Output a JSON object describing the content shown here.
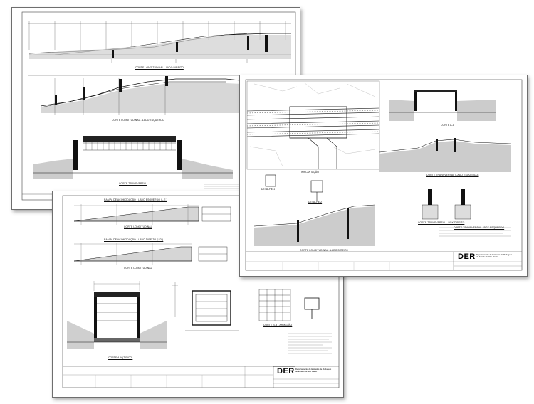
{
  "sheet_back": {
    "titles": [
      "CORTE LONGITUDINAL - LADO DIREITO",
      "CORTE LONGITUDINAL - LADO ESQUERDO",
      "CORTE TRANSVERSAL"
    ]
  },
  "sheet_left": {
    "titles": [
      "RAMPA DE ACOMODAÇÃO - LADO ESQUERDO (L.E.)",
      "CORTE LONGITUDINAL",
      "RAMPA DE ACOMODAÇÃO - LADO DIREITO (L.D.)",
      "CORTE LONGITUDINAL",
      "CORTE A-A (TÍPICO)",
      "CORTE B-B - ARMAÇÃO"
    ],
    "logo": "DER",
    "org_line1": "Departamento de Estradas de Rodagem",
    "org_line2": "do Estado de São Paulo"
  },
  "sheet_right": {
    "titles": [
      "IMPLANTAÇÃO",
      "CORTE A-A",
      "CORTE TRANSVERSAL (LADO ESQUERDO)",
      "CORTE LONGITUDINAL - LADO DIREITO",
      "CORTE TRANSVERSAL - BOX DIREITO",
      "CORTE TRANSVERSAL - BOX ESQUERDO",
      "DETALHE 1",
      "DETALHE 2"
    ],
    "logo": "DER",
    "org_line1": "Departamento de Estradas de Rodagem",
    "org_line2": "do Estado de São Paulo"
  }
}
